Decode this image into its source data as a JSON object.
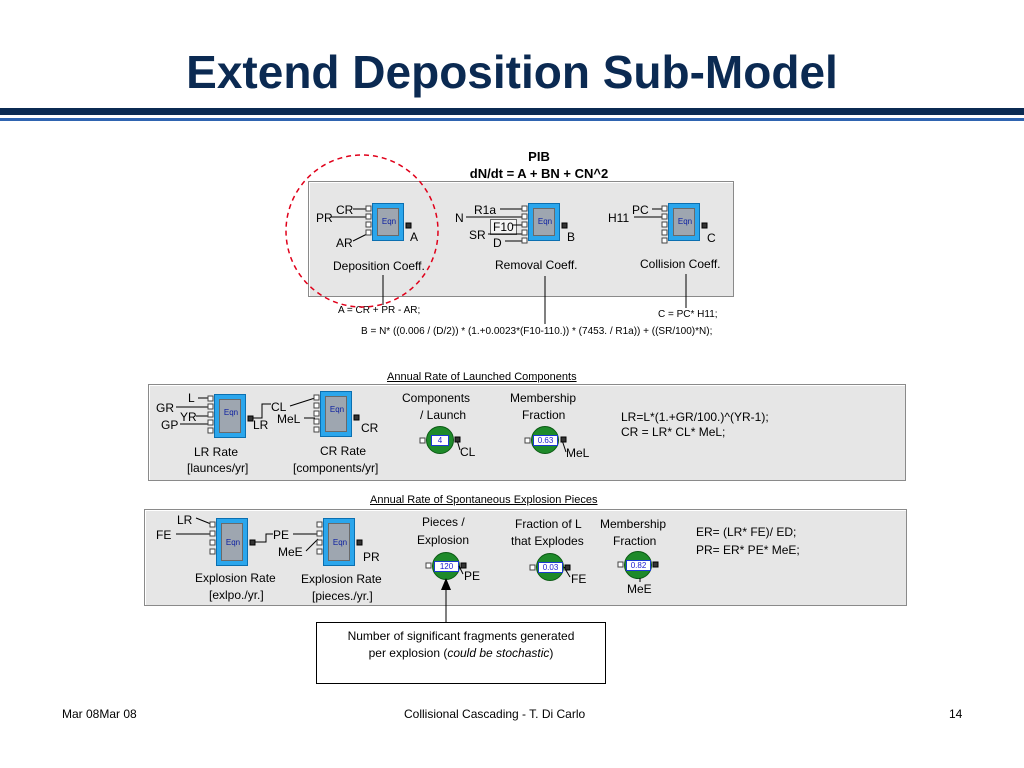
{
  "slide": {
    "title": "Extend Deposition Sub-Model",
    "footer_left": "Mar 08Mar 08",
    "footer_center": "Collisional Cascading - T. Di Carlo",
    "footer_right": "14"
  },
  "pib": {
    "title": "PIB",
    "equation": "dN/dt = A + BN + CN^2",
    "blocks": [
      {
        "label": "Eqn",
        "inputs": [
          "CR",
          "PR",
          "AR"
        ],
        "output": "A",
        "caption": "Deposition Coeff."
      },
      {
        "label": "Eqn",
        "inputs": [
          "R1a",
          "N",
          "F10",
          "SR",
          "D"
        ],
        "output": "B",
        "caption": "Removal Coeff."
      },
      {
        "label": "Eqn",
        "inputs": [
          "PC",
          "H11"
        ],
        "output": "C",
        "caption": "Collision Coeff."
      }
    ],
    "eq_a": "A = CR + PR - AR;",
    "eq_b": "B = N* ((0.006 / (D/2)) * (1.+0.0023*(F10-110.)) *  (7453. / R1a)) + ((SR/100)*N);",
    "eq_c": "C = PC* H11;"
  },
  "launched": {
    "heading": "Annual Rate of Launched Components",
    "block1": {
      "label": "Eqn",
      "inputs": [
        "L",
        "GR",
        "YR",
        "GP"
      ],
      "output": "LR",
      "caption1": "LR Rate",
      "caption2": "[launces/yr]"
    },
    "block2": {
      "label": "Eqn",
      "inputs": [
        "CL",
        "MeL"
      ],
      "output": "CR",
      "caption1": "CR Rate",
      "caption2": "[components/yr]"
    },
    "const1": {
      "heading1": "Components",
      "heading2": "/ Launch",
      "value": "4",
      "output": "CL"
    },
    "const2": {
      "heading1": "Membership",
      "heading2": "Fraction",
      "value": "0.63",
      "output": "MeL"
    },
    "eq1": "LR=L*(1.+GR/100.)^(YR-1);",
    "eq2": "CR = LR* CL* MeL;"
  },
  "explosion": {
    "heading": "Annual Rate of Spontaneous Explosion Pieces",
    "block1": {
      "label": "Eqn",
      "inputs": [
        "LR",
        "FE"
      ],
      "caption1": "Explosion Rate",
      "caption2": "[exlpo./yr.]"
    },
    "block2": {
      "label": "Eqn",
      "inputs": [
        "PE",
        "MeE"
      ],
      "output": "PR",
      "caption1": "Explosion Rate",
      "caption2": "[pieces./yr.]"
    },
    "const1": {
      "heading1": "Pieces /",
      "heading2": "Explosion",
      "value": "120",
      "output": "PE"
    },
    "const2": {
      "heading1": "Fraction of L",
      "heading2": "that Explodes",
      "value": "0.03",
      "output": "FE"
    },
    "const3": {
      "heading1": "Membership",
      "heading2": "Fraction",
      "value": "0.82",
      "output": "MeE"
    },
    "eq1": "ER= (LR* FE)/ ED;",
    "eq2": "PR= ER* PE* MeE;"
  },
  "callout": {
    "line1": "Number of significant fragments generated",
    "line2_prefix": "per explosion (",
    "line2_italic": "could be stochastic",
    "line2_suffix": ")"
  },
  "colors": {
    "title": "#0b2a52",
    "rule": "#0b2a52",
    "block": "#2ba6ec",
    "constant": "#1e8a2a",
    "highlight": "#e0001a"
  }
}
